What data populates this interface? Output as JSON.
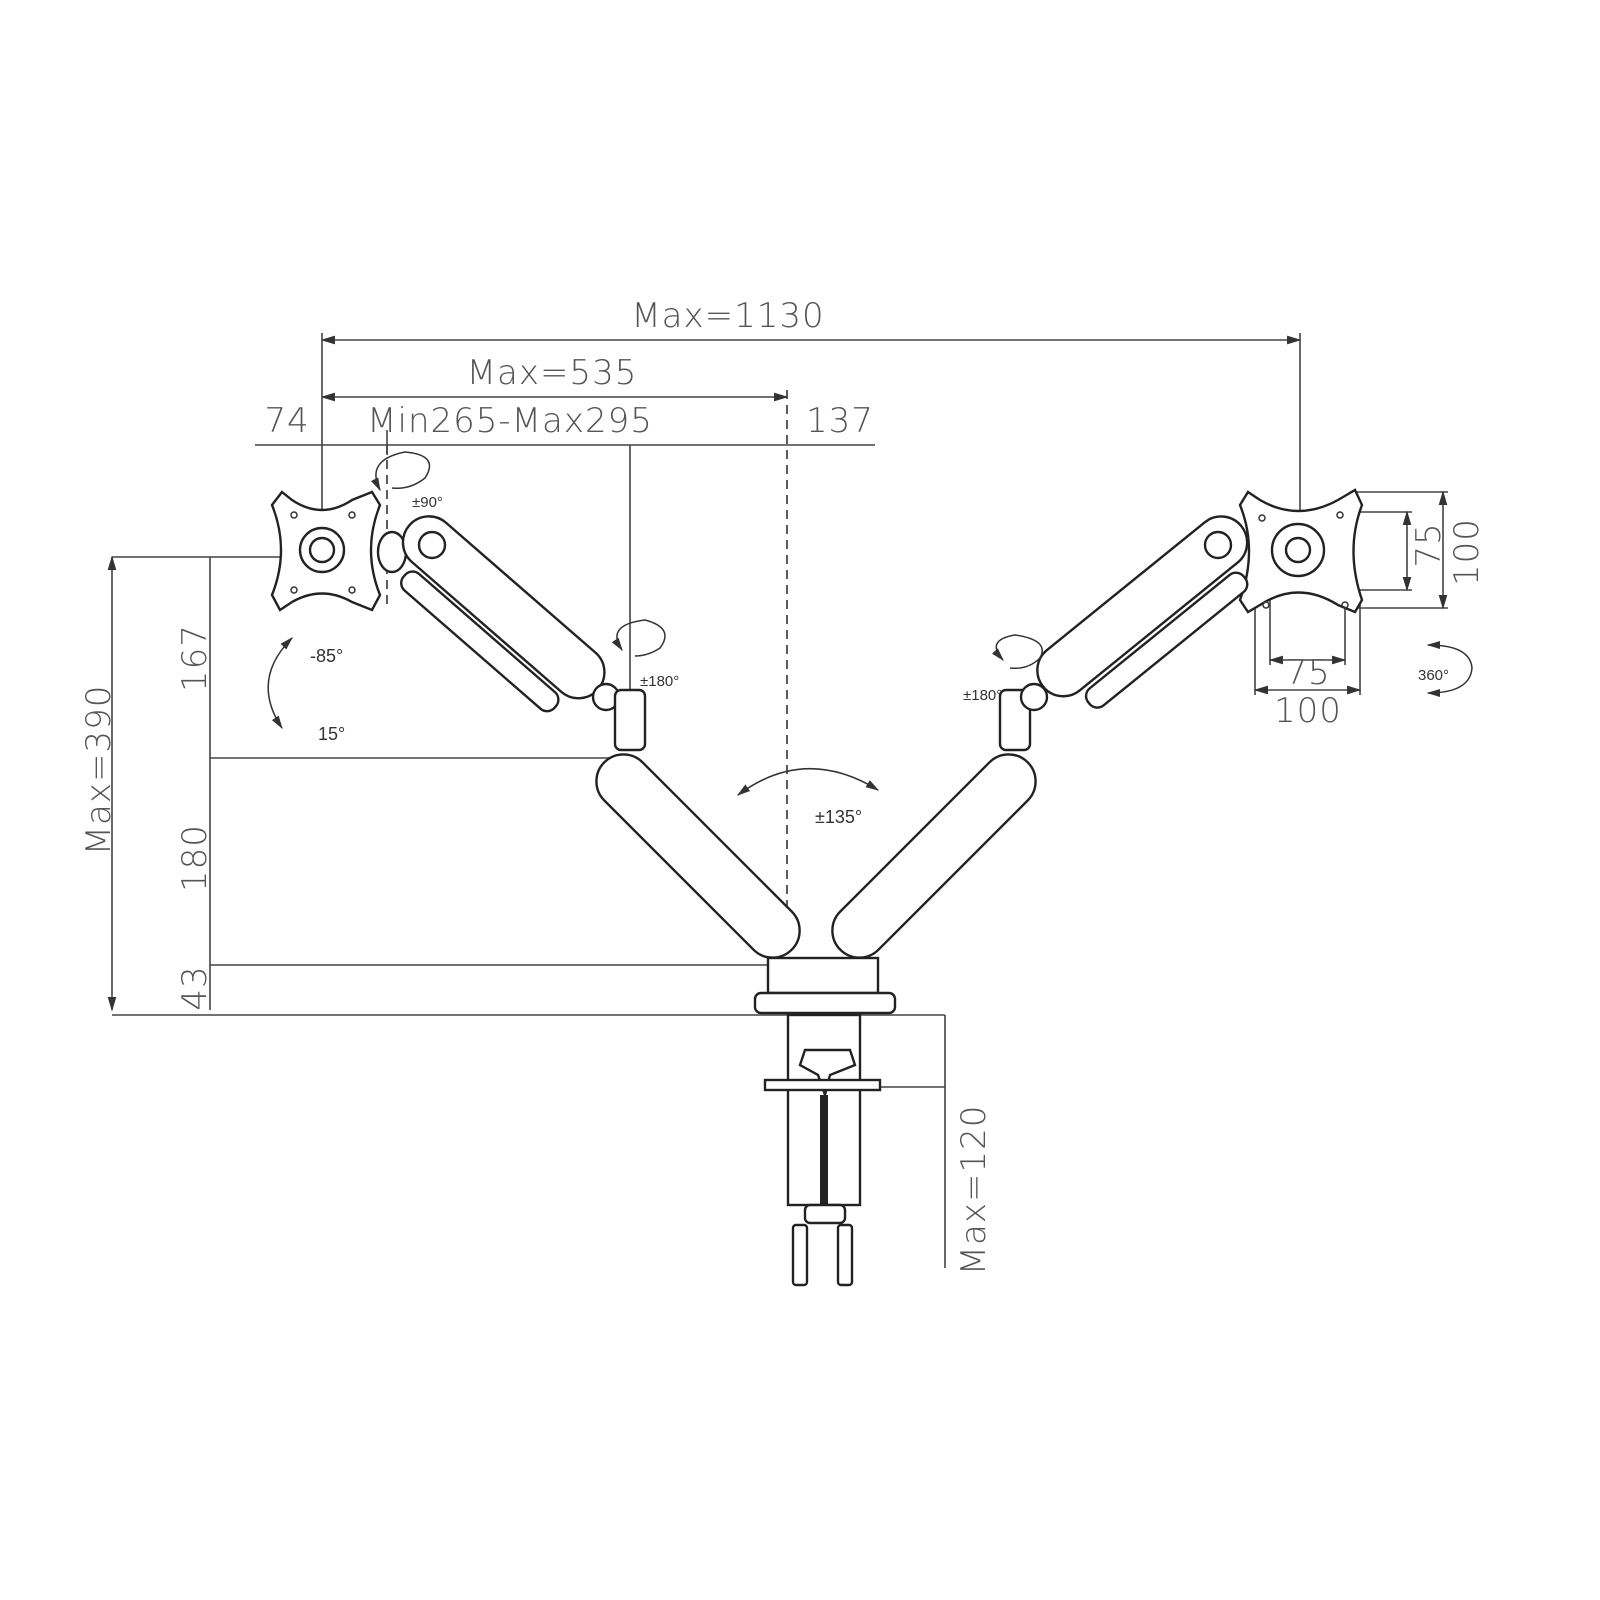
{
  "diagram": {
    "title": "Dual monitor arm dimension drawing",
    "dimensions": {
      "overall_reach": "Max=1130",
      "single_arm_reach": "Max=535",
      "plate_offset": "74",
      "arm_segment": "Min265-Max295",
      "pole_offset": "137",
      "total_height": "Max=390",
      "upper_height": "167",
      "middle_height": "180",
      "base_height": "43",
      "clamp_range": "Max=120",
      "vesa_vertical_small": "75",
      "vesa_vertical_large": "100",
      "vesa_horizontal_small": "75",
      "vesa_horizontal_large": "100"
    },
    "angles": {
      "swivel_head": "±90°",
      "tilt_up": "-85°",
      "tilt_down": "15°",
      "elbow_left": "±180°",
      "elbow_right": "±180°",
      "base_swivel": "±135°",
      "rotation": "360°"
    }
  }
}
